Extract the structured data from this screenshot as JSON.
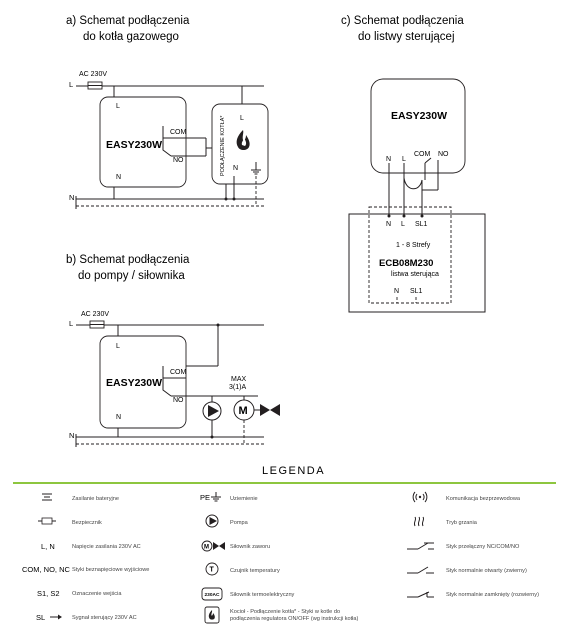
{
  "diagram_a": {
    "title_line1": "a) Schemat podłączenia",
    "title_line2": "do kotła gazowego",
    "ac_label": "AC 230V",
    "line_l": "L",
    "line_n": "N",
    "device": "EASY230W",
    "term_l": "L",
    "term_n": "N",
    "term_com": "COM",
    "term_no": "NO",
    "boiler_text": "PODŁĄCZENIE KOTŁA*",
    "boiler_l": "L",
    "boiler_n": "N"
  },
  "diagram_b": {
    "title_line1": "b) Schemat podłączenia",
    "title_line2": "do pompy / siłownika",
    "ac_label": "AC 230V",
    "line_l": "L",
    "line_n": "N",
    "device": "EASY230W",
    "term_l": "L",
    "term_n": "N",
    "term_com": "COM",
    "term_no": "NO",
    "max_label": "MAX",
    "max_value": "3(1)A",
    "actuator_m": "M"
  },
  "diagram_c": {
    "title_line1": "c) Schemat podłączenia",
    "title_line2": "do listwy sterującej",
    "device": "EASY230W",
    "term_n": "N",
    "term_l": "L",
    "term_com": "COM",
    "term_no": "NO",
    "strip_n_top": "N",
    "strip_l_top": "L",
    "strip_sl1_top": "SL1",
    "zones": "1 - 8 Strefy",
    "strip_name": "ECB08M230",
    "strip_subtitle": "listwa sterująca",
    "strip_n_bottom": "N",
    "strip_sl1_bottom": "SL1"
  },
  "legend": {
    "title": "LEGENDA",
    "accent_color": "#8dc63f",
    "col1": [
      {
        "symbol_icon": "battery-icon",
        "text": "Zasilanie bateryjne"
      },
      {
        "symbol_icon": "fuse-icon",
        "text": "Bezpiecznik"
      },
      {
        "symbol": "L, N",
        "text": "Napięcie zasilania 230V AC"
      },
      {
        "symbol": "COM, NO, NC",
        "text": "Styki beznapięciowe wyjściowe"
      },
      {
        "symbol": "S1, S2",
        "text": "Oznaczenie wejścia"
      },
      {
        "symbol": "SL",
        "text": "Sygnał sterujący 230V AC"
      }
    ],
    "col2": [
      {
        "symbol": "PE",
        "text": "Uziemienie"
      },
      {
        "symbol_icon": "pump-icon",
        "text": "Pompa"
      },
      {
        "symbol_icon": "valve-actuator-icon",
        "text": "Siłownik zaworu"
      },
      {
        "symbol_icon": "temperature-sensor-icon",
        "text": "Czujnik temperatury"
      },
      {
        "symbol_icon": "thermal-actuator-icon",
        "symbol_text": "230AC",
        "text": "Siłownik termoelektryczny"
      },
      {
        "symbol_icon": "boiler-icon",
        "text": "Kocioł - Podłączenie kotła* - Styki w kotle do",
        "text2": "podłączenia regulatora ON/OFF (wg instrukcji kotła)"
      }
    ],
    "col3": [
      {
        "symbol_icon": "wireless-icon",
        "text": "Komunikacja bezprzewodowa"
      },
      {
        "symbol_icon": "heating-icon",
        "text": "Tryb grzania"
      },
      {
        "symbol_icon": "changeover-contact-icon",
        "text": "Styk przełączny NC/COM/NO"
      },
      {
        "symbol_icon": "no-contact-icon",
        "text": "Styk normalnie otwarty (zwierny)"
      },
      {
        "symbol_icon": "nc-contact-icon",
        "text": "Styk normalnie zamknięty (rozwierny)"
      }
    ]
  }
}
